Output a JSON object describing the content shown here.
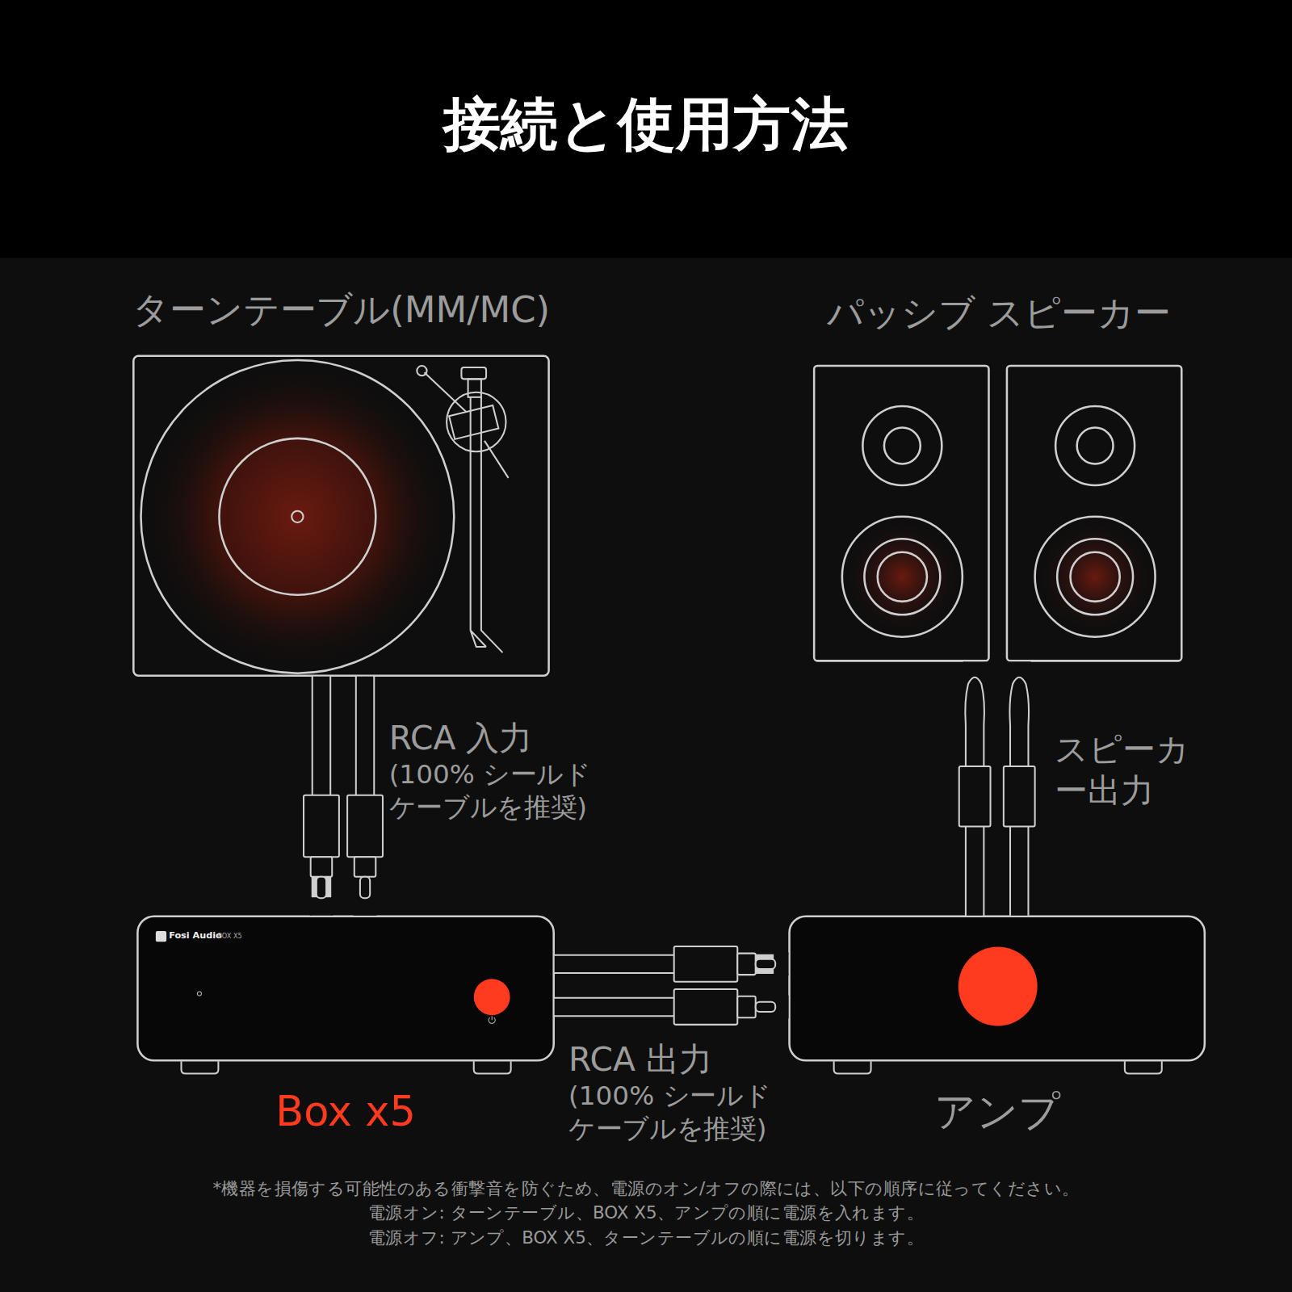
{
  "diagram": {
    "title": "接続と使用方法",
    "nodes": [
      {
        "text": [
          "ターンテーブル(MM/MC)"
        ]
      },
      {
        "text": [
          "パッシブ スピーカー"
        ]
      },
      {
        "text": [
          "Box x5"
        ]
      },
      {
        "text": [
          "アンプ"
        ]
      }
    ],
    "edges": [
      {
        "from": 0,
        "to": 2,
        "arrow": "none",
        "label": "RCA 入力 (100% シールド ケーブルを推奨)"
      },
      {
        "from": 2,
        "to": 3,
        "arrow": "none",
        "label": "RCA 出力 (100% シールド ケーブルを推奨)"
      },
      {
        "from": 3,
        "to": 1,
        "arrow": "none",
        "label": "スピーカー出力"
      }
    ],
    "labels": [
      "Fosi Audio",
      "BOX X5",
      "*機器を損傷する可能性のある衝撃音を防ぐため、電源のオン/オフの際には、以下の順序に従ってください。",
      "電源オン: ターンテーブル、BOX X5、アンプの順に電源を入れます。",
      "電源オフ: アンプ、BOX X5、ターンテーブルの順に電源を切ります。"
    ]
  }
}
